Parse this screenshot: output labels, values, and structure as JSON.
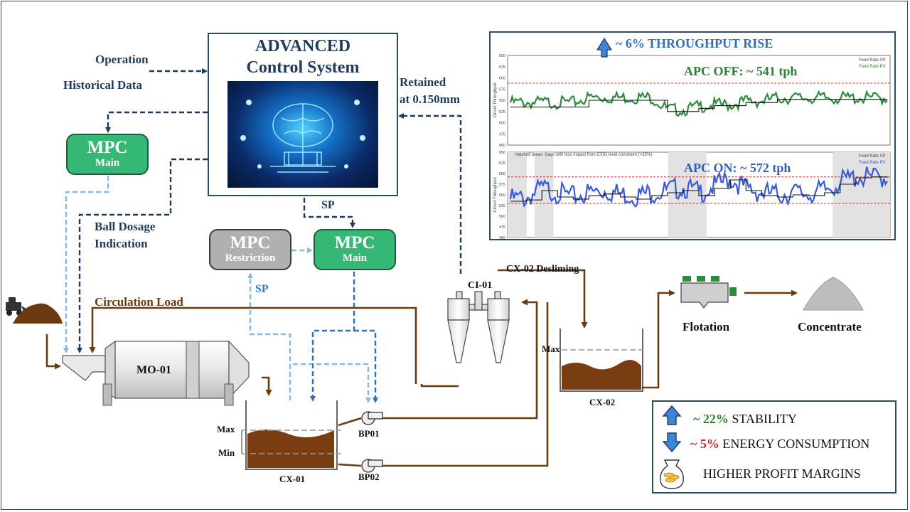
{
  "acs": {
    "title_line1": "ADVANCED",
    "title_line2": "Control System"
  },
  "inputs": {
    "operation": "Operation",
    "historical": "Historical Data"
  },
  "retained": {
    "line1": "Retained",
    "line2": "at 0.150mm"
  },
  "mpc_main_left": {
    "title": "MPC",
    "sub": "Main"
  },
  "mpc_main_center": {
    "title": "MPC",
    "sub": "Main"
  },
  "mpc_restriction": {
    "title": "MPC",
    "sub": "Restriction"
  },
  "ball_dosage": {
    "line1": "Ball Dosage",
    "line2": "Indication"
  },
  "sp_top": "SP",
  "sp_left": "SP",
  "circulation": "Circulation Load",
  "equipment": {
    "mill": "MO-01",
    "tank1": "CX-01",
    "tank2": "CX-02",
    "pump1": "BP01",
    "pump2": "BP02",
    "cyclone": "CI-01",
    "desliming": "CX-02 Desliming",
    "flotation": "Flotation",
    "concentrate": "Concentrate"
  },
  "gauges": {
    "tank1_max": "Max",
    "tank1_min": "Min",
    "tank2_max": "Max"
  },
  "chart": {
    "headline": "~ 6% THROUGHPUT RISE",
    "off_label": "APC OFF: ~ 541 tph",
    "on_label": "APC ON: ~ 572 tph",
    "legend_sp": "Feed Rate SP",
    "legend_pv": "Feed Rate PV",
    "ylabel": "Circuit Throughput",
    "hatched_note": "Hatched areas: Days with less impact from CX01 level constraint (<35%)",
    "colors": {
      "off": "#2e8b3e",
      "on": "#3a5bd9",
      "limit": "#d32f2f"
    }
  },
  "chart_data": [
    {
      "type": "line",
      "title": "APC OFF: ~ 541 tph",
      "ylabel": "Circuit Throughput",
      "ylim": [
        450,
        650
      ],
      "yticks": [
        450,
        475,
        500,
        525,
        550,
        575,
        600,
        625,
        650
      ],
      "limits": [
        588
      ],
      "series": [
        {
          "name": "Feed Rate SP",
          "values": [
            535,
            535,
            535,
            535,
            535,
            550,
            550,
            550,
            550,
            550,
            525,
            525,
            532,
            538,
            538,
            545,
            545,
            552,
            552,
            552,
            552,
            552,
            552,
            552,
            552
          ]
        },
        {
          "name": "Feed Rate PV",
          "values": [
            545,
            545,
            545,
            545,
            545,
            556,
            556,
            556,
            556,
            556,
            530,
            528,
            536,
            540,
            540,
            548,
            548,
            555,
            555,
            555,
            555,
            555,
            555,
            555,
            555
          ]
        }
      ]
    },
    {
      "type": "line",
      "title": "APC ON: ~ 572 tph",
      "ylabel": "Circuit Throughput",
      "ylim": [
        450,
        650
      ],
      "yticks": [
        450,
        475,
        500,
        525,
        550,
        575,
        600,
        625,
        650
      ],
      "limits": [
        592,
        530
      ],
      "series": [
        {
          "name": "Feed Rate SP",
          "values": [
            535,
            538,
            560,
            545,
            540,
            548,
            552,
            545,
            540,
            548,
            555,
            560,
            548,
            565,
            585,
            560,
            548,
            545,
            550,
            548,
            555,
            575,
            590,
            592,
            590
          ]
        },
        {
          "name": "Feed Rate PV",
          "values": [
            540,
            542,
            565,
            555,
            545,
            555,
            560,
            552,
            548,
            555,
            560,
            568,
            555,
            570,
            588,
            565,
            555,
            550,
            555,
            552,
            560,
            580,
            592,
            590,
            592
          ]
        }
      ]
    }
  ],
  "results": {
    "stability_value": "~ 22%",
    "stability_label": "STABILITY",
    "energy_value": "~ 5%",
    "energy_label": "ENERGY CONSUMPTION",
    "profit_label": "HIGHER PROFIT MARGINS"
  }
}
